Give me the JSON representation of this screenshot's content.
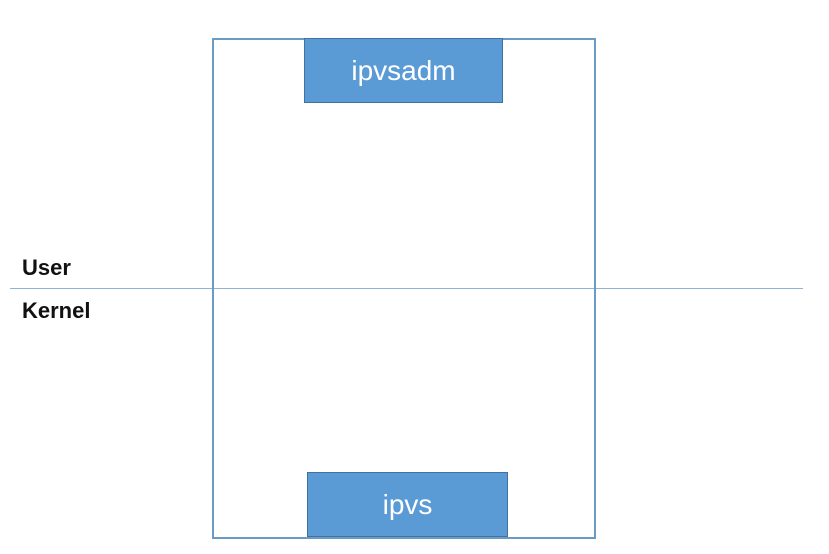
{
  "layers": {
    "user_label": "User",
    "kernel_label": "Kernel"
  },
  "components": {
    "userspace_tool": "ipvsadm",
    "kernel_module": "ipvs"
  },
  "colors": {
    "box_fill": "#5b9bd5",
    "box_border": "#41719c",
    "frame_border": "#6a9ac6",
    "divider": "#8fb3d4"
  }
}
